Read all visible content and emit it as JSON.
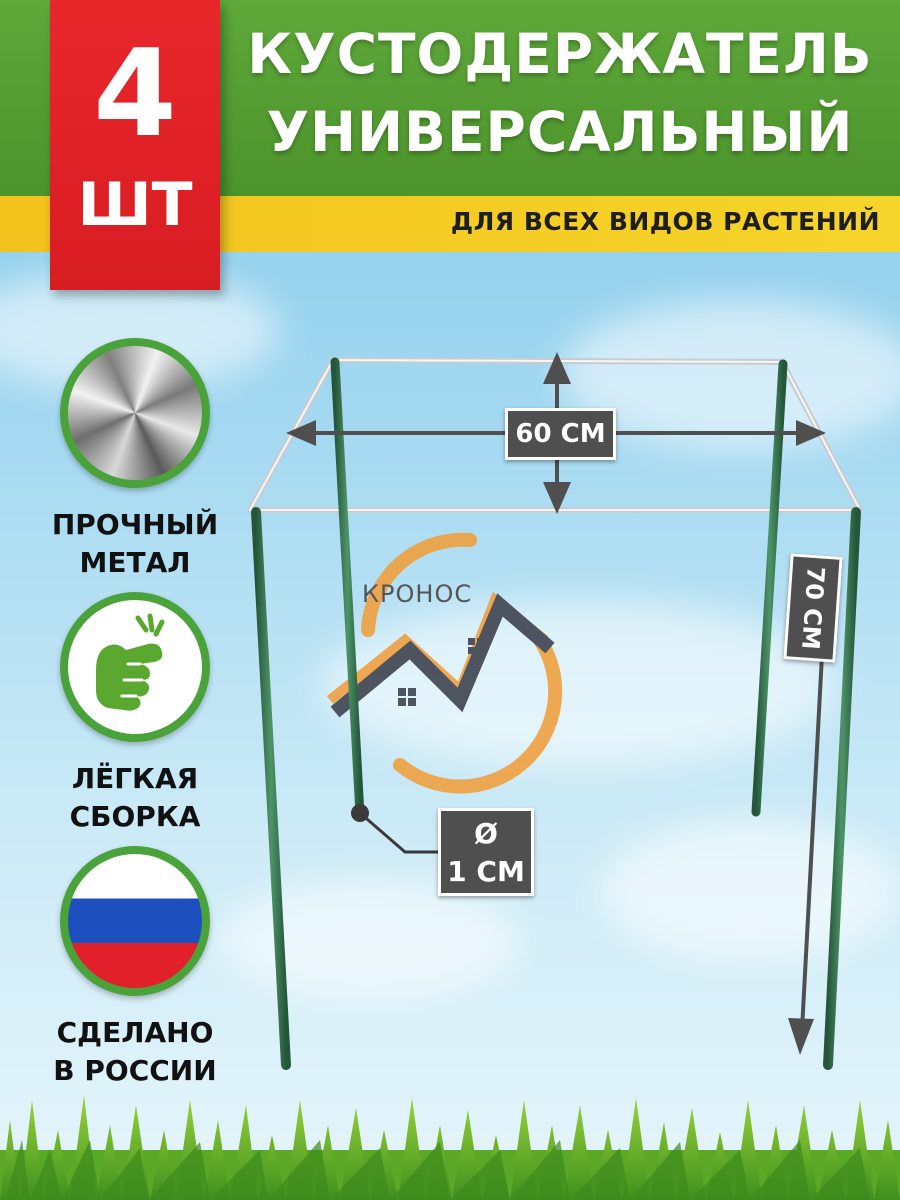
{
  "badge": {
    "quantity": "4",
    "unit": "ШТ"
  },
  "header": {
    "title_line1": "КУСТОДЕРЖАТЕЛЬ",
    "title_line2": "УНИВЕРСАЛЬНЫЙ",
    "subtitle": "ДЛЯ ВСЕХ ВИДОВ РАСТЕНИЙ"
  },
  "features": [
    {
      "icon": "metal-disc-icon",
      "line1": "ПРОЧНЫЙ",
      "line2": "МЕТАЛ"
    },
    {
      "icon": "thumbs-up-hand-icon",
      "line1": "ЛЁГКАЯ",
      "line2": "СБОРКА"
    },
    {
      "icon": "russia-flag-icon",
      "line1": "СДЕЛАНО",
      "line2": "В РОССИИ"
    }
  ],
  "dimensions": {
    "width": "60 СМ",
    "height": "70 СМ",
    "diameter_symbol": "Ø",
    "diameter": "1 СМ"
  },
  "brand": {
    "name": "КРОНОС",
    "logo_icon": "house-logo-icon"
  },
  "colors": {
    "header_green": "#4b932b",
    "subbar_yellow": "#f2c21c",
    "badge_red": "#e8272b",
    "leg_green": "#2f6e46",
    "logo_orange": "#f0a040",
    "logo_gray": "#3e4450"
  }
}
